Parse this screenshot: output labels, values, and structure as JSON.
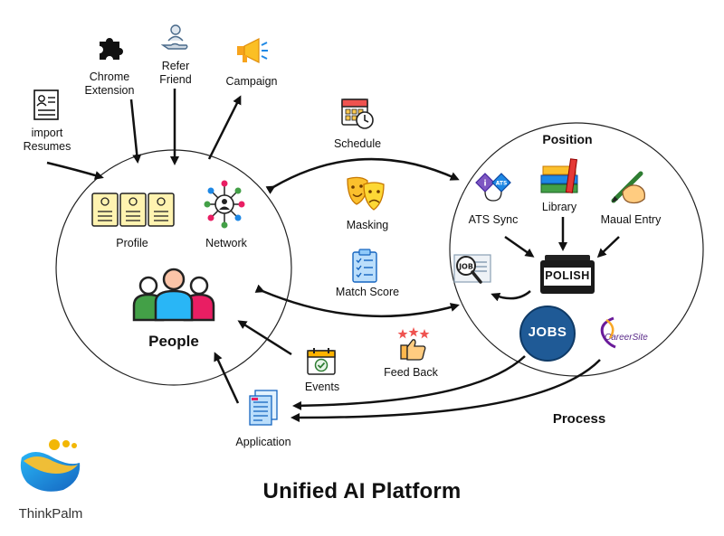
{
  "diagram": {
    "title": "Unified AI Platform",
    "left_circle": {
      "heading": "People",
      "items": {
        "profile": "Profile",
        "network": "Network"
      }
    },
    "right_circle": {
      "heading": "Position",
      "items": {
        "ats_sync": "ATS Sync",
        "library": "Library",
        "manual_entry": "Maual Entry",
        "polish": "POLISH",
        "jobs": "JOBS",
        "careersite": "CareerSite"
      }
    },
    "process_label": "Process",
    "inputs": {
      "import_resumes": "import Resumes",
      "chrome_extension": "Chrome Extension",
      "refer_friend": "Refer Friend",
      "campaign": "Campaign"
    },
    "middle": {
      "schedule": "Schedule",
      "masking": "Masking",
      "match_score": "Match Score",
      "feed_back": "Feed Back",
      "events": "Events",
      "application": "Application"
    }
  },
  "brand": {
    "name": "ThinkPalm"
  },
  "colors": {
    "ink": "#111111",
    "accent_blue": "#1e88e5",
    "accent_green": "#43a047",
    "accent_pink": "#e91e63",
    "accent_orange": "#f57c00",
    "paper_yellow": "#fff3b0",
    "logo_gold": "#f2b705"
  }
}
